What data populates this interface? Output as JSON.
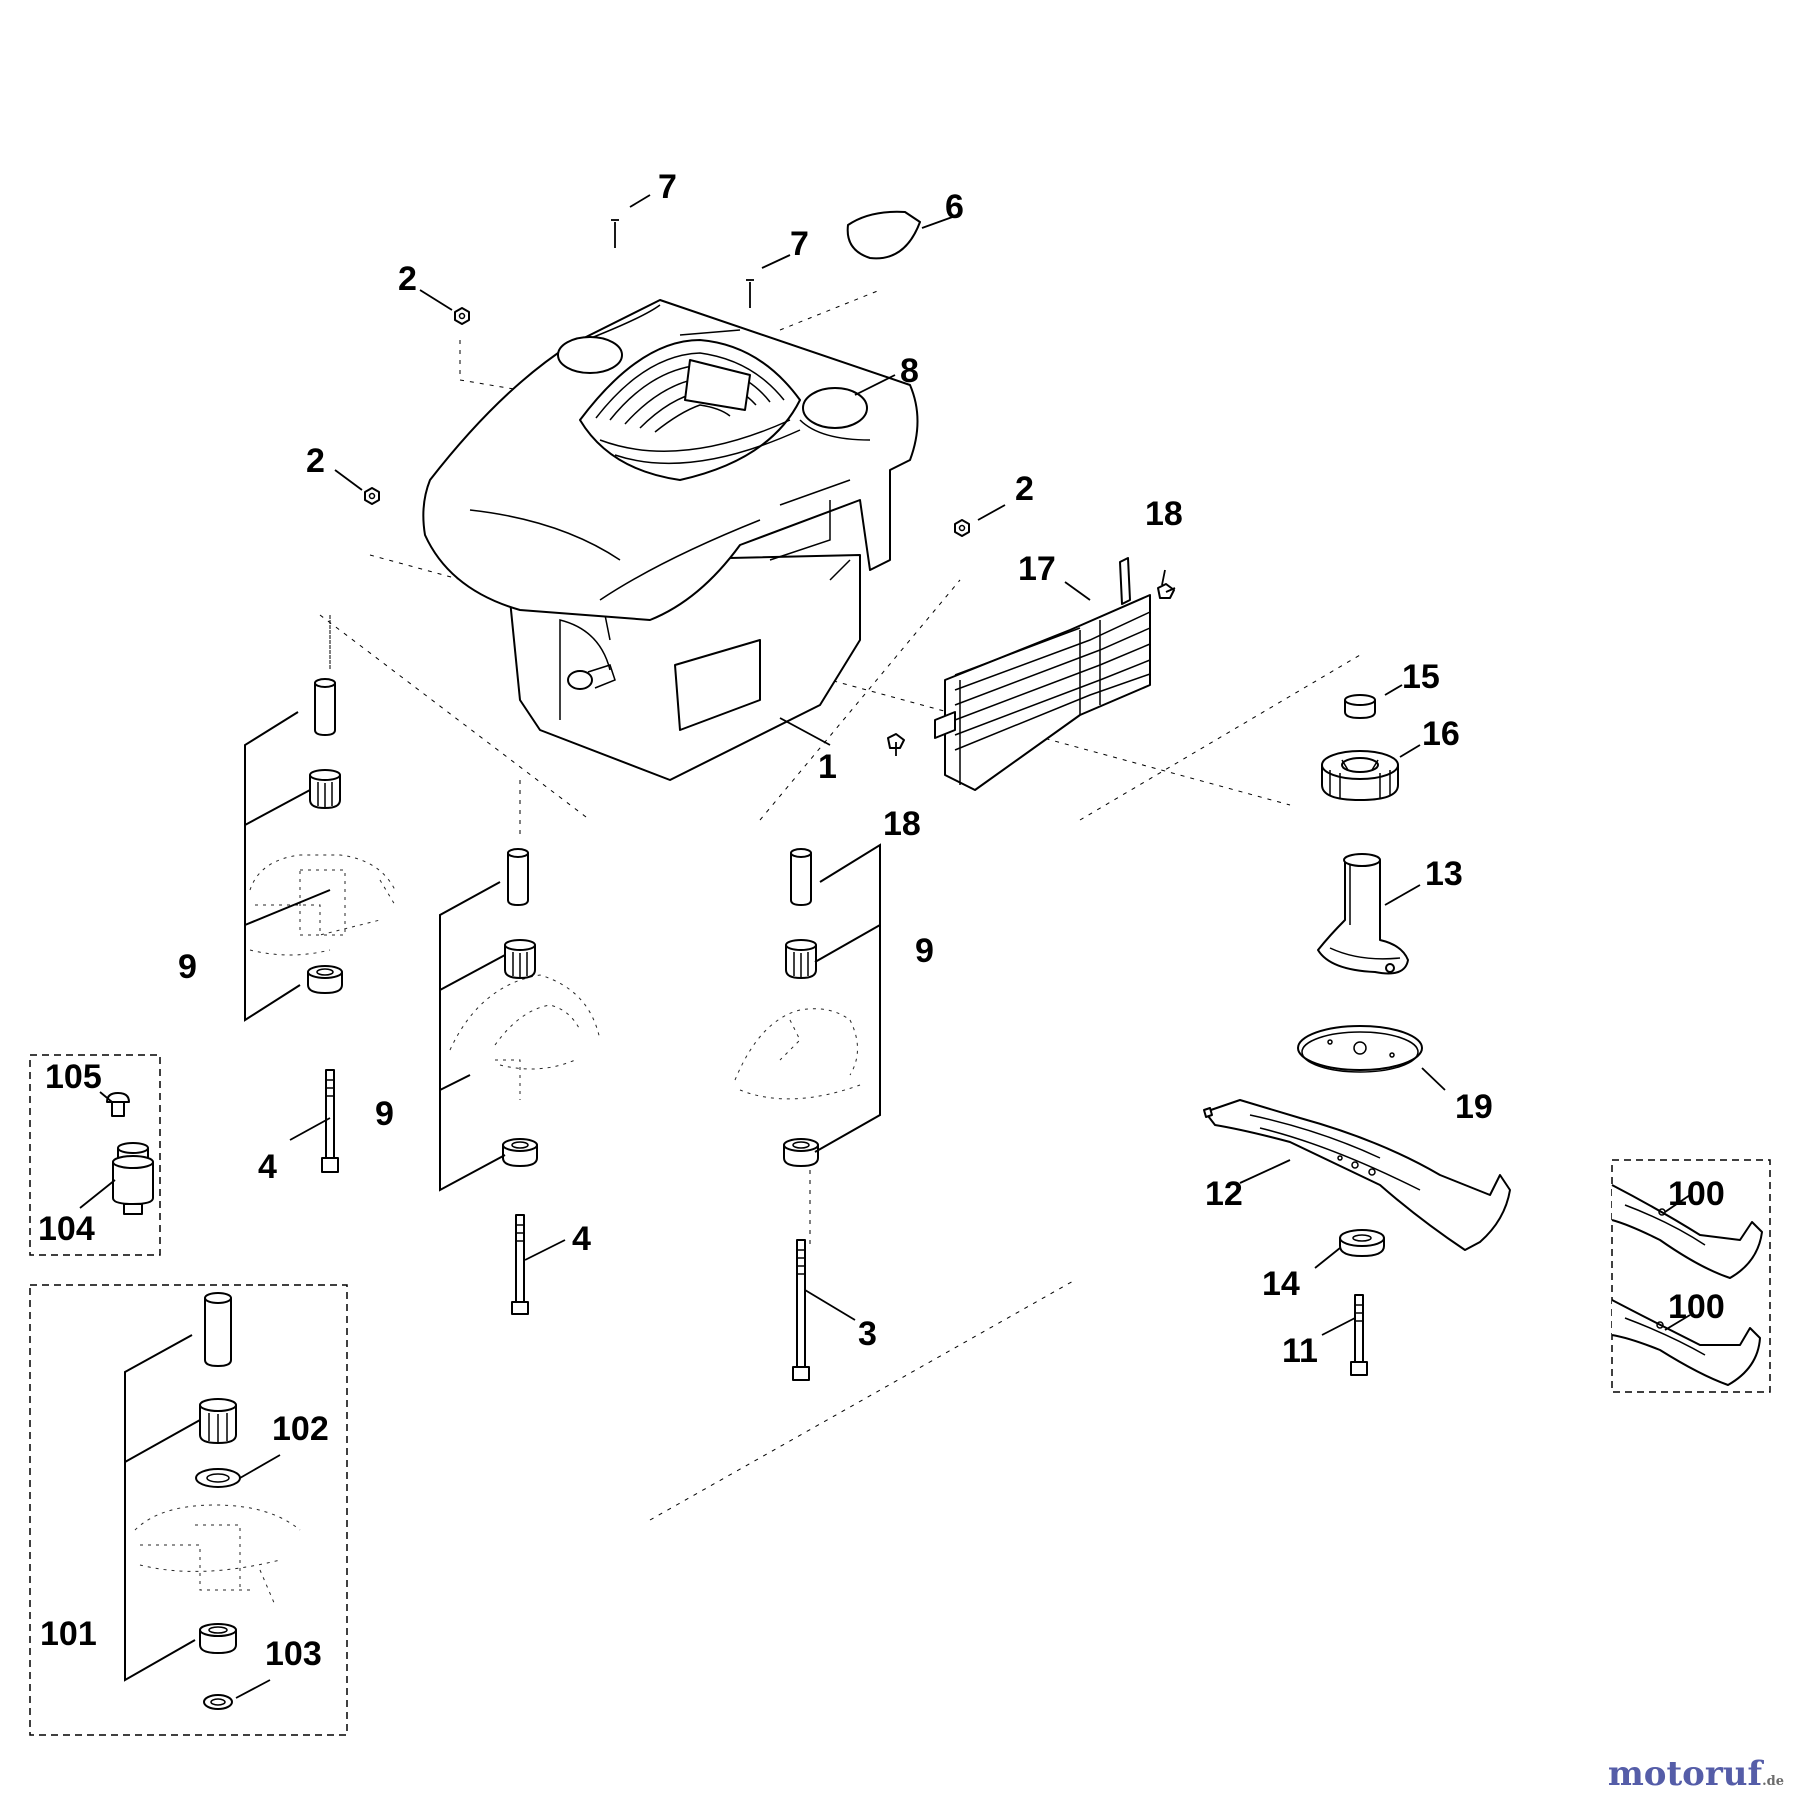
{
  "callouts": {
    "c1": "1",
    "c2a": "2",
    "c2b": "2",
    "c2c": "2",
    "c3": "3",
    "c4a": "4",
    "c4b": "4",
    "c6": "6",
    "c7a": "7",
    "c7b": "7",
    "c8": "8",
    "c9a": "9",
    "c9b": "9",
    "c9c": "9",
    "c11": "11",
    "c12": "12",
    "c13": "13",
    "c14": "14",
    "c15": "15",
    "c16": "16",
    "c17": "17",
    "c18a": "18",
    "c18b": "18",
    "c19": "19",
    "c100a": "100",
    "c100b": "100",
    "c101": "101",
    "c102": "102",
    "c103": "103",
    "c104": "104",
    "c105": "105"
  },
  "watermark": {
    "main": "motoruf",
    "tld": ".de"
  },
  "colors": {
    "line": "#000000",
    "background": "#ffffff",
    "watermark": "#555da8"
  }
}
